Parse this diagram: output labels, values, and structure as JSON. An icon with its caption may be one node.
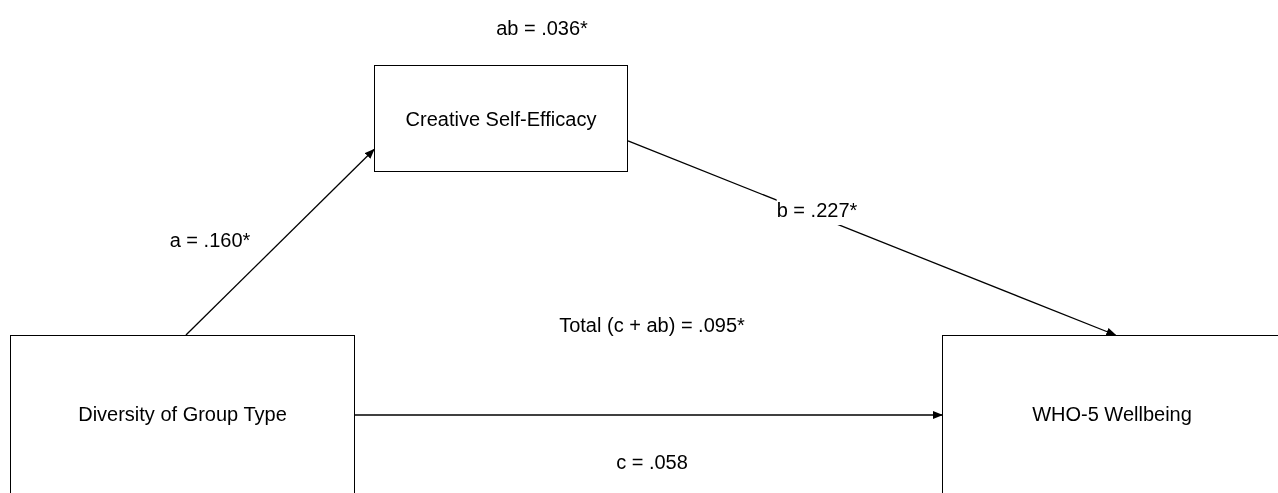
{
  "diagram": {
    "nodes": [
      {
        "text": [
          "Creative Self-Efficacy"
        ]
      },
      {
        "text": [
          "Diversity of Group Type"
        ]
      },
      {
        "text": [
          "WHO-5 Wellbeing"
        ]
      }
    ],
    "edges": [
      {
        "from": 1,
        "to": 0,
        "arrow": "to",
        "label": "a = .160*"
      },
      {
        "from": 0,
        "to": 2,
        "arrow": "to",
        "label": "b = .227*"
      },
      {
        "from": 1,
        "to": 2,
        "arrow": "to",
        "label": "c = .058"
      }
    ],
    "labels": [
      "ab = .036*",
      "Total (c + ab) = .095*"
    ]
  }
}
